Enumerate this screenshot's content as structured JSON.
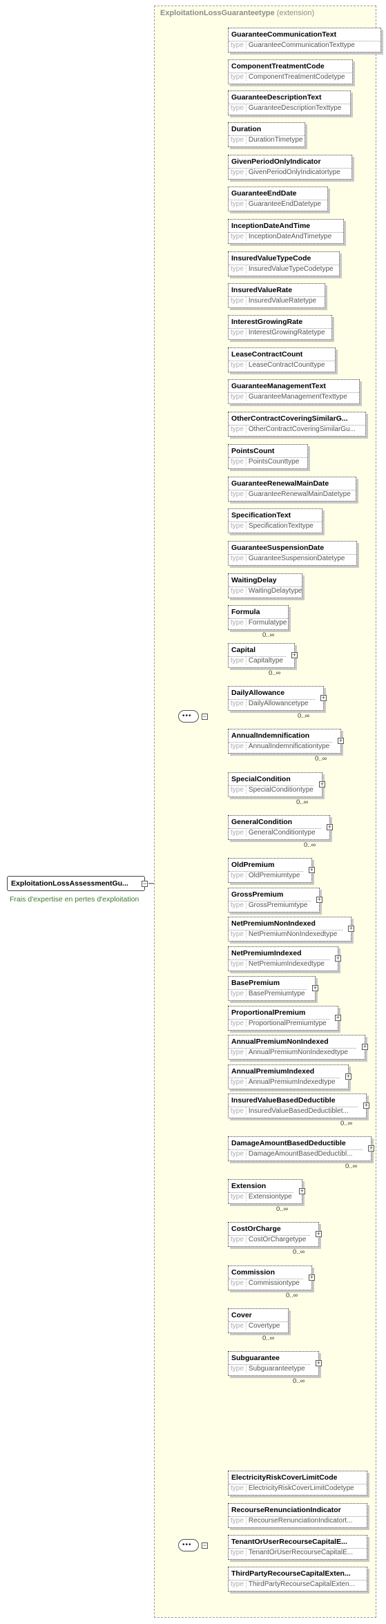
{
  "extension": {
    "name": "ExploitationLossGuaranteetype",
    "tag": "(extension)"
  },
  "root": {
    "name": "ExploitationLossAssessmentGu...",
    "doc": "Frais d'expertise en pertes d'exploitation"
  },
  "type_keyword": "type",
  "sequence_group": [
    {
      "name": "GuaranteeCommunicationText",
      "type": "GuaranteeCommunicationTexttype",
      "card": "",
      "complex": false
    },
    {
      "name": "ComponentTreatmentCode",
      "type": "ComponentTreatmentCodetype",
      "card": "",
      "complex": false
    },
    {
      "name": "GuaranteeDescriptionText",
      "type": "GuaranteeDescriptionTexttype",
      "card": "",
      "complex": false
    },
    {
      "name": "Duration",
      "type": "DurationTimetype",
      "card": "",
      "complex": false
    },
    {
      "name": "GivenPeriodOnlyIndicator",
      "type": "GivenPeriodOnlyIndicatortype",
      "card": "",
      "complex": false
    },
    {
      "name": "GuaranteeEndDate",
      "type": "GuaranteeEndDatetype",
      "card": "",
      "complex": false
    },
    {
      "name": "InceptionDateAndTime",
      "type": "InceptionDateAndTimetype",
      "card": "",
      "complex": false
    },
    {
      "name": "InsuredValueTypeCode",
      "type": "InsuredValueTypeCodetype",
      "card": "",
      "complex": false
    },
    {
      "name": "InsuredValueRate",
      "type": "InsuredValueRatetype",
      "card": "",
      "complex": false
    },
    {
      "name": "InterestGrowingRate",
      "type": "InterestGrowingRatetype",
      "card": "",
      "complex": false
    },
    {
      "name": "LeaseContractCount",
      "type": "LeaseContractCounttype",
      "card": "",
      "complex": false
    },
    {
      "name": "GuaranteeManagementText",
      "type": "GuaranteeManagementTexttype",
      "card": "",
      "complex": false
    },
    {
      "name": "OtherContractCoveringSimilarG...",
      "type": "OtherContractCoveringSimilarGu...",
      "card": "",
      "complex": false
    },
    {
      "name": "PointsCount",
      "type": "PointsCounttype",
      "card": "",
      "complex": false
    },
    {
      "name": "GuaranteeRenewalMainDate",
      "type": "GuaranteeRenewalMainDatetype",
      "card": "",
      "complex": false
    },
    {
      "name": "SpecificationText",
      "type": "SpecificationTexttype",
      "card": "",
      "complex": false
    },
    {
      "name": "GuaranteeSuspensionDate",
      "type": "GuaranteeSuspensionDatetype",
      "card": "",
      "complex": false
    },
    {
      "name": "WaitingDelay",
      "type": "WaitingDelaytype",
      "card": "",
      "complex": false
    },
    {
      "name": "Formula",
      "type": "Formulatype",
      "card": "0..∞",
      "complex": false
    },
    {
      "name": "Capital",
      "type": "Capitaltype",
      "card": "0..∞",
      "complex": true
    },
    {
      "name": "DailyAllowance",
      "type": "DailyAllowancetype",
      "card": "0..∞",
      "complex": true
    },
    {
      "name": "AnnualIndemnification",
      "type": "AnnualIndemnificationtype",
      "card": "0..∞",
      "complex": true
    },
    {
      "name": "SpecialCondition",
      "type": "SpecialConditiontype",
      "card": "0..∞",
      "complex": true
    },
    {
      "name": "GeneralCondition",
      "type": "GeneralConditiontype",
      "card": "0..∞",
      "complex": true
    },
    {
      "name": "OldPremium",
      "type": "OldPremiumtype",
      "card": "",
      "complex": true
    },
    {
      "name": "GrossPremium",
      "type": "GrossPremiumtype",
      "card": "",
      "complex": true
    },
    {
      "name": "NetPremiumNonIndexed",
      "type": "NetPremiumNonIndexedtype",
      "card": "",
      "complex": true
    },
    {
      "name": "NetPremiumIndexed",
      "type": "NetPremiumIndexedtype",
      "card": "",
      "complex": true
    },
    {
      "name": "BasePremium",
      "type": "BasePremiumtype",
      "card": "",
      "complex": true
    },
    {
      "name": "ProportionalPremium",
      "type": "ProportionalPremiumtype",
      "card": "",
      "complex": true
    },
    {
      "name": "AnnualPremiumNonIndexed",
      "type": "AnnualPremiumNonIndexedtype",
      "card": "",
      "complex": true
    },
    {
      "name": "AnnualPremiumIndexed",
      "type": "AnnualPremiumIndexedtype",
      "card": "",
      "complex": true
    },
    {
      "name": "InsuredValueBasedDeductible",
      "type": "InsuredValueBasedDeductiblet...",
      "card": "0..∞",
      "complex": true
    },
    {
      "name": "DamageAmountBasedDeductible",
      "type": "DamageAmountBasedDeductibl...",
      "card": "0..∞",
      "complex": true
    },
    {
      "name": "Extension",
      "type": "Extensiontype",
      "card": "0..∞",
      "complex": true
    },
    {
      "name": "CostOrCharge",
      "type": "CostOrChargetype",
      "card": "0..∞",
      "complex": true
    },
    {
      "name": "Commission",
      "type": "Commissiontype",
      "card": "0..∞",
      "complex": true
    },
    {
      "name": "Cover",
      "type": "Covertype",
      "card": "0..∞",
      "complex": false
    },
    {
      "name": "Subguarantee",
      "type": "Subguaranteetype",
      "card": "0..∞",
      "complex": true
    }
  ],
  "second_group": [
    {
      "name": "ElectricityRiskCoverLimitCode",
      "type": "ElectricityRiskCoverLimitCodetype",
      "card": "",
      "complex": false
    },
    {
      "name": "RecourseRenunciationIndicator",
      "type": "RecourseRenunciationIndicatort...",
      "card": "",
      "complex": false
    },
    {
      "name": "TenantOrUserRecourseCapitalE...",
      "type": "TenantOrUserRecourseCapitalE...",
      "card": "",
      "complex": false
    },
    {
      "name": "ThirdPartyRecourseCapitalExten...",
      "type": "ThirdPartyRecourseCapitalExten...",
      "card": "",
      "complex": false
    }
  ]
}
